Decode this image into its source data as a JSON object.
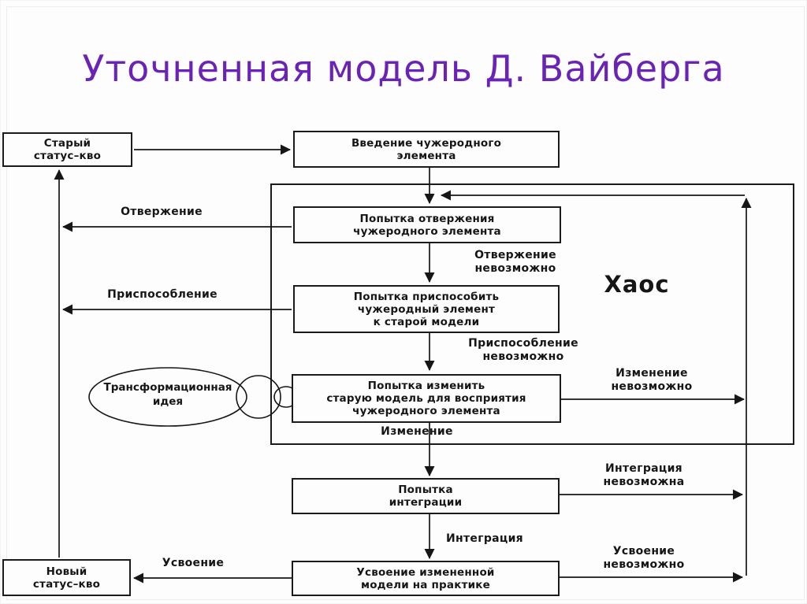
{
  "title": "Уточненная модель Д. Вайберга",
  "nodes": {
    "old_status": "Старый\nстатус–кво",
    "introduction": "Введение чужеродного\nэлемента",
    "reject": "Попытка отвержения\nчужеродного элемента",
    "adapt": "Попытка приспособить\nчужеродный элемент\nк старой модели",
    "change": "Попытка изменить\nстарую модель для восприятия\nчужеродного элемента",
    "integrate": "Попытка\nинтеграции",
    "assimilate": "Усвоение измененной\nмодели на практике",
    "new_status": "Новый\nстатус–кво",
    "chaos": "Хаос",
    "idea": "Трансформационная\nидея"
  },
  "labels": {
    "rejection": "Отвержение",
    "rejection_impossible": "Отвержение\nневозможно",
    "adaptation": "Приспособление",
    "adaptation_impossible": "Приспособление\nневозможно",
    "change": "Изменение",
    "change_impossible": "Изменение\nневозможно",
    "integration": "Интеграция",
    "integration_impossible": "Интеграция\nневозможна",
    "assimilation": "Усвоение",
    "assimilation_impossible": "Усвоение\nневозможно"
  },
  "colors": {
    "title": "#6a23b5",
    "line": "#161616",
    "background": "#fdfdfd"
  }
}
